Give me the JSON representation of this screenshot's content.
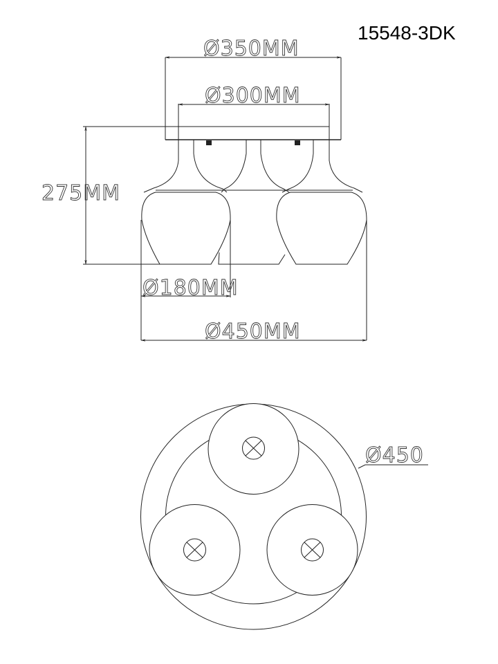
{
  "model_number": "15548-3DK",
  "side_view": {
    "canopy_diameter": "Ø350MM",
    "base_diameter": "Ø300MM",
    "height": "275MM",
    "shade_diameter": "Ø180MM",
    "overall_diameter": "Ø450MM"
  },
  "top_view": {
    "overall_diameter": "Ø450"
  }
}
